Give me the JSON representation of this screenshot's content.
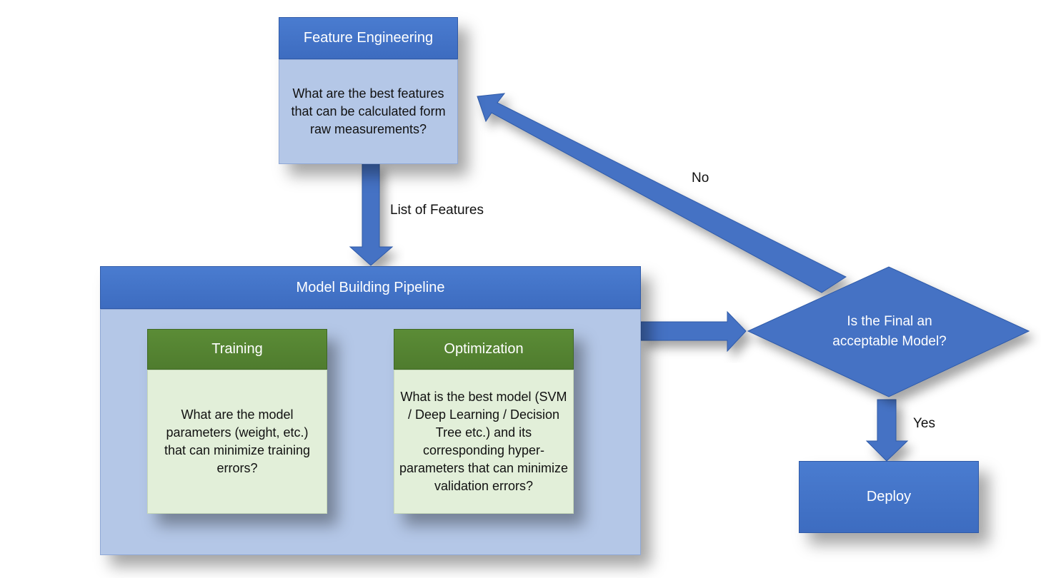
{
  "feature_engineering": {
    "title": "Feature Engineering",
    "question": "What are the best features that can be calculated form raw measurements?"
  },
  "edges": {
    "list_of_features": "List of Features",
    "no": "No",
    "yes": "Yes"
  },
  "pipeline": {
    "title": "Model Building Pipeline",
    "training": {
      "title": "Training",
      "question": "What are the model parameters (weight, etc.) that can minimize training errors?"
    },
    "optimization": {
      "title": "Optimization",
      "question": "What is the best model (SVM / Deep Learning / Decision Tree etc.) and its corresponding hyper-parameters that can minimize validation errors?"
    }
  },
  "decision": {
    "question": "Is the Final an acceptable Model?"
  },
  "deploy": {
    "label": "Deploy"
  },
  "colors": {
    "blue_header": "#4472c4",
    "blue_body": "#b4c7e7",
    "green_header": "#548235",
    "green_body": "#e2efd9"
  }
}
